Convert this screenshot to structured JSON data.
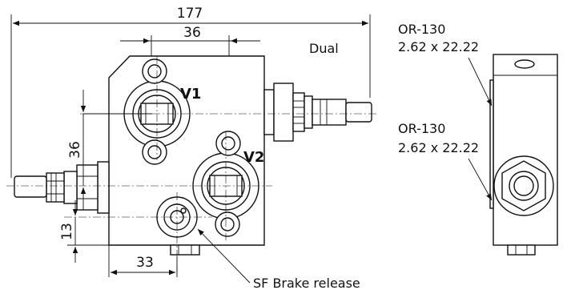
{
  "dimensions": {
    "overall_width": "177",
    "port_spacing_top": "36",
    "port_spacing_side": "36",
    "brake_offset_vertical": "13",
    "brake_offset_horizontal": "33"
  },
  "labels": {
    "variant": "Dual",
    "port_v1": "V1",
    "port_v2": "V2",
    "brake_release": "SF Brake release"
  },
  "seals": [
    {
      "code": "OR-130",
      "size": "2.62 x 22.22"
    },
    {
      "code": "OR-130",
      "size": "2.62 x 22.22"
    }
  ]
}
